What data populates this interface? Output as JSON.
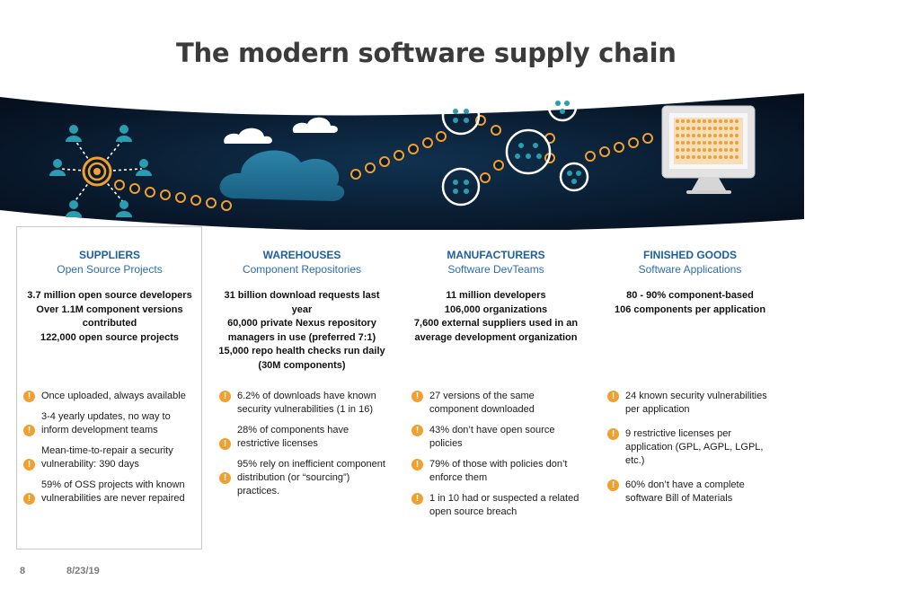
{
  "title": "The modern software supply chain",
  "columns": [
    {
      "heading": "SUPPLIERS",
      "subheading": "Open Source Projects",
      "stats": [
        "3.7 million open source developers",
        "Over 1.1M component versions",
        "contributed",
        "122,000 open source projects"
      ],
      "bullets": [
        "Once uploaded, always available",
        "3-4 yearly updates, no way to inform development teams",
        "Mean-time-to-repair a security vulnerability: 390 days",
        "59% of OSS projects with known vulnerabilities are never repaired"
      ]
    },
    {
      "heading": "WAREHOUSES",
      "subheading": "Component Repositories",
      "stats": [
        "31 billion download requests last",
        "year",
        "60,000 private Nexus repository",
        "managers in use (preferred 7:1)",
        "15,000 repo health checks run daily",
        "(30M components)"
      ],
      "bullets": [
        "6.2% of downloads have known security vulnerabilities (1 in 16)",
        "28% of components have restrictive licenses",
        "95% rely on inefficient component distribution (or “sourcing”) practices."
      ]
    },
    {
      "heading": "MANUFACTURERS",
      "subheading": "Software DevTeams",
      "stats": [
        "11 million developers",
        "106,000 organizations",
        "7,600 external suppliers used in an",
        "average development organization"
      ],
      "bullets": [
        "27 versions of the same component downloaded",
        "43% don’t have open source policies",
        "79% of those with policies don’t enforce them",
        "1 in 10 had or suspected a related open source breach"
      ]
    },
    {
      "heading": "FINISHED GOODS",
      "subheading": "Software Applications",
      "stats": [
        "80 - 90% component-based",
        "106 components per application"
      ],
      "bullets": [
        "24 known security vulnerabilities per application",
        "9 restrictive licenses per application (GPL, AGPL, LGPL, etc.)",
        "60% don’t have a complete software Bill of Materials"
      ]
    }
  ],
  "footer": {
    "page_number": "8",
    "date": "8/23/19"
  },
  "colors": {
    "banner": "#0a1a2e",
    "accent": "#f0a030",
    "teal": "#2a9db0",
    "heading": "#1f5f9e"
  },
  "icons": {
    "warning": "!"
  }
}
